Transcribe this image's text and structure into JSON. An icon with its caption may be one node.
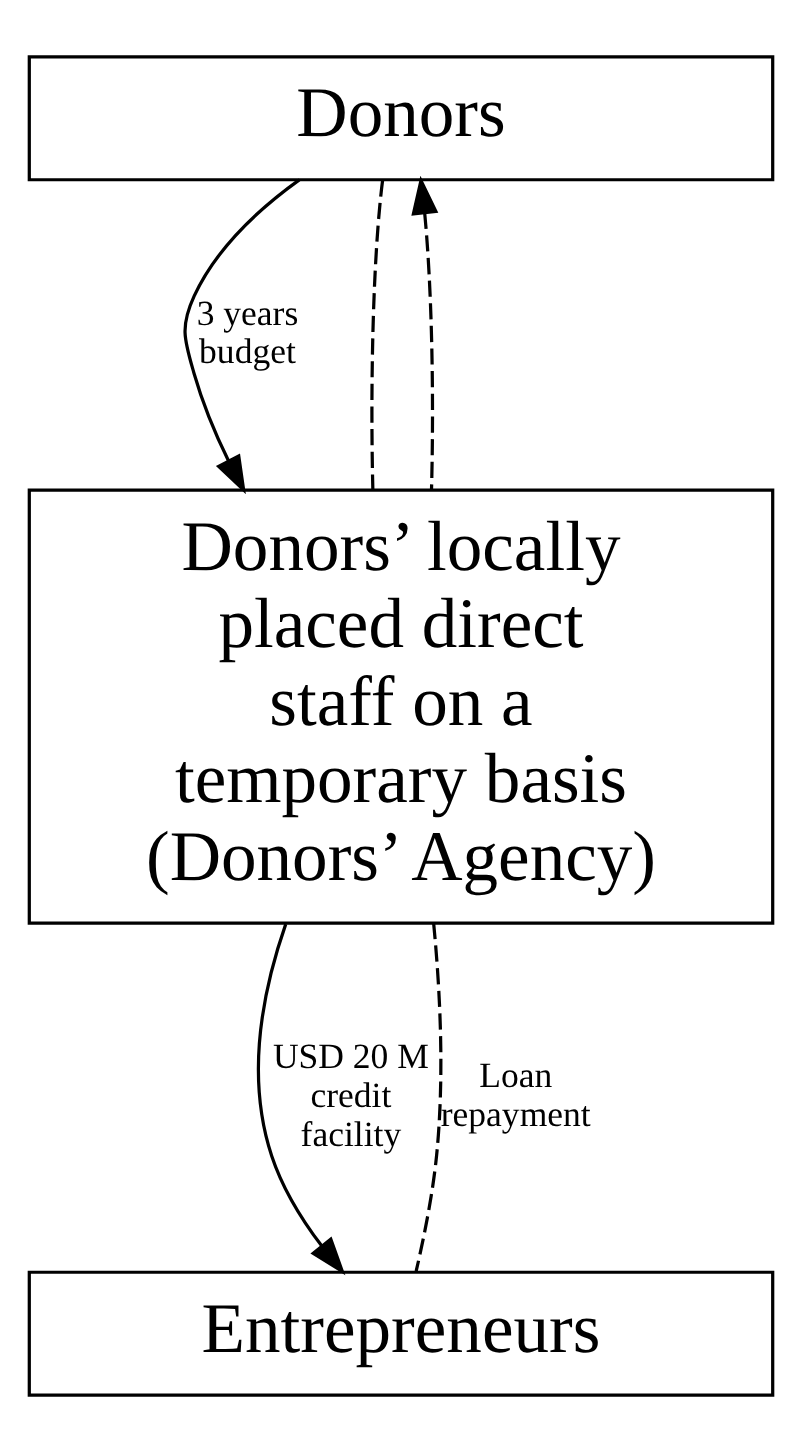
{
  "diagram": {
    "nodes": [
      {
        "text": [
          "Donors"
        ]
      },
      {
        "text": [
          "Donors’ locally placed direct staff on a temporary basis (Donors’ Agency)"
        ]
      },
      {
        "text": [
          "Entrepreneurs"
        ]
      }
    ],
    "edges": [
      {
        "from": 0,
        "to": 1,
        "arrow": "to",
        "label": "3 years budget"
      },
      {
        "from": 0,
        "to": 1,
        "arrow": "none",
        "style": "dashed"
      },
      {
        "from": 1,
        "to": 0,
        "arrow": "to",
        "style": "dashed"
      },
      {
        "from": 1,
        "to": 2,
        "arrow": "to",
        "label": "USD 20 M credit facility"
      },
      {
        "from": 1,
        "to": 2,
        "arrow": "none",
        "style": "dashed",
        "label": "Loan repayment"
      }
    ]
  }
}
